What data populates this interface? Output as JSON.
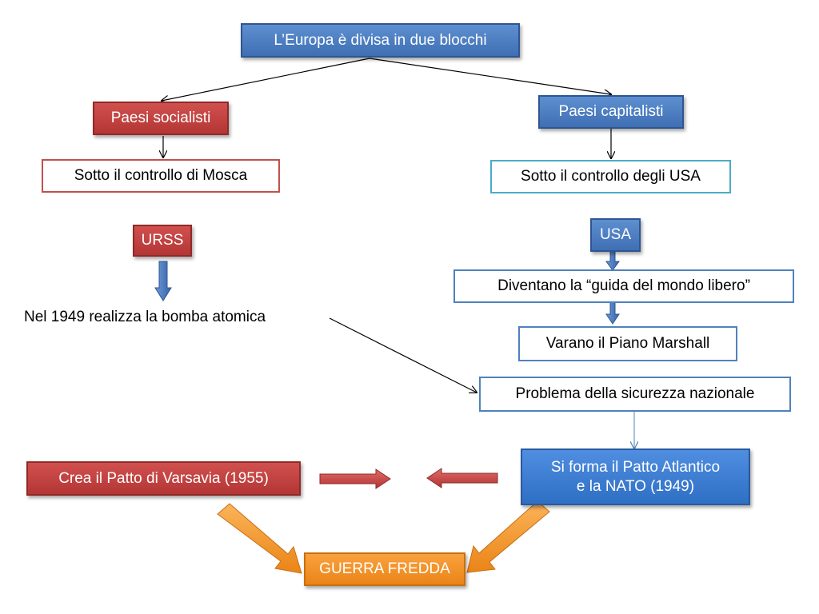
{
  "title": "L’Europa è divisa in due blocchi",
  "left": {
    "header": "Paesi socialisti",
    "control": "Sotto il controllo di Mosca",
    "country": "URSS",
    "event": "Nel 1949 realizza la bomba atomica",
    "pact": "Crea il Patto di Varsavia (1955)"
  },
  "right": {
    "header": "Paesi capitalisti",
    "control": "Sotto il controllo degli USA",
    "country": "USA",
    "guide": "Diventano la “guida del mondo libero”",
    "marshall": "Varano il Piano Marshall",
    "security": "Problema della sicurezza nazionale",
    "pact_line1": "Si forma il Patto Atlantico",
    "pact_line2": "e la NATO (1949)"
  },
  "result": "GUERRA FREDDA"
}
